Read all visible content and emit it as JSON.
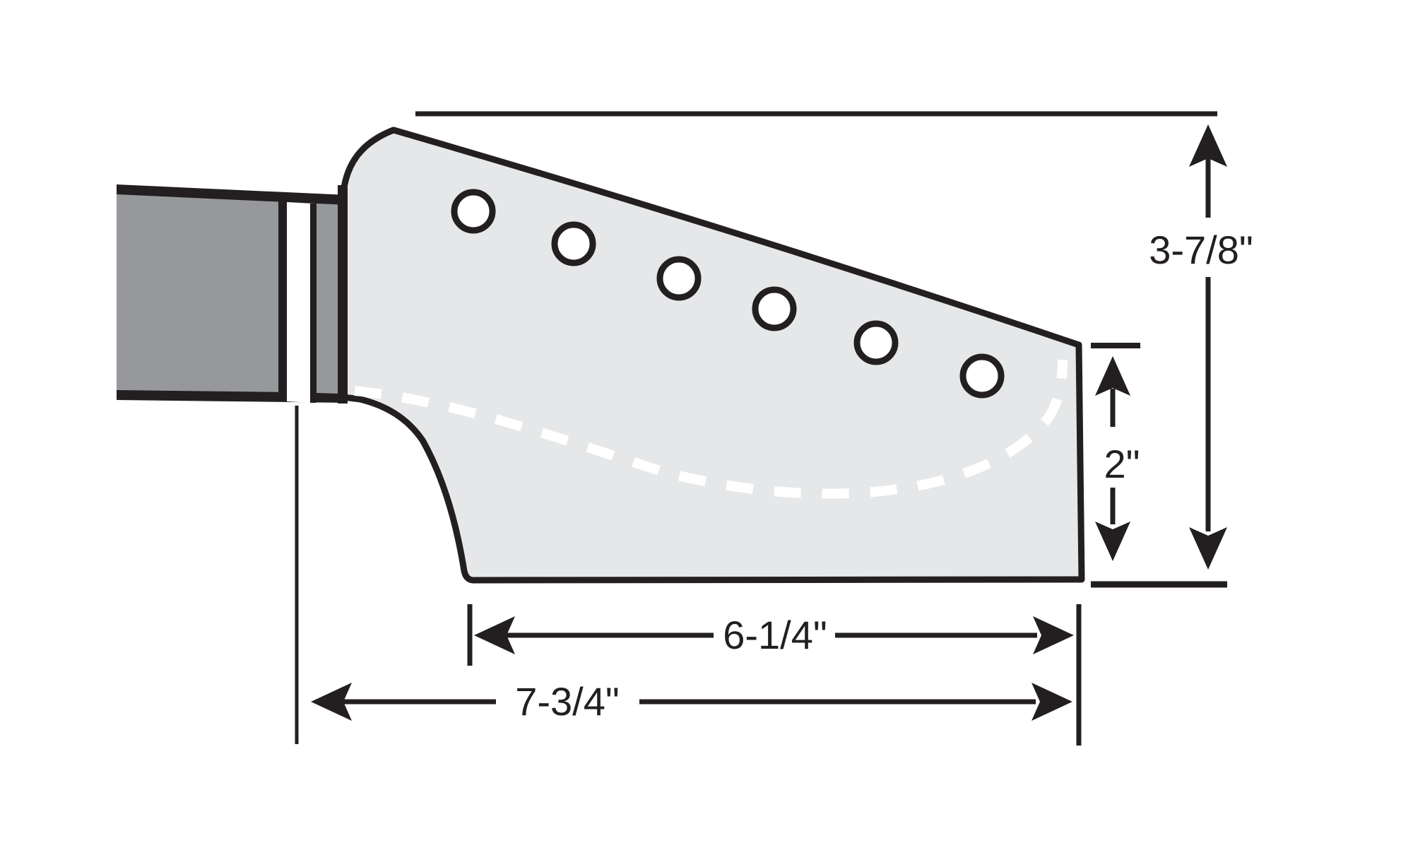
{
  "diagram": {
    "type": "technical-drawing",
    "subject": "guitar headstock side profile with dimensions",
    "dimension_labels": {
      "overall_height": "3-7/8\"",
      "end_height": "2\"",
      "face_length": "6-1/4\"",
      "overall_length": "7-3/4\""
    },
    "tuner_hole_count": 6,
    "colors": {
      "outline": "#231f20",
      "headstock_fill": "#e6e7e8",
      "neck_fill": "#97989b",
      "nut_stripe": "#ffffff",
      "dashed_string_path": "#ffffff",
      "background": "#ffffff"
    }
  }
}
